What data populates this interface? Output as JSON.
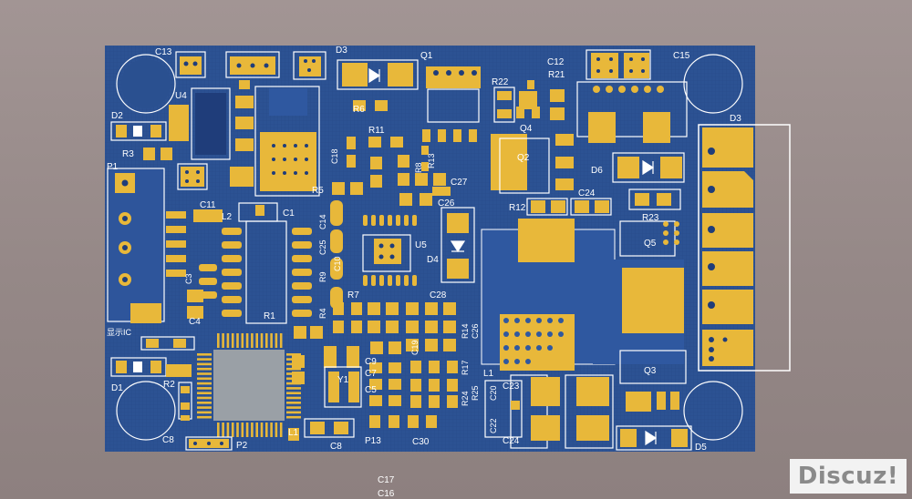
{
  "colors": {
    "board": "#2a5090",
    "pad": "#e8b83a",
    "silkscreen": "#ffffff",
    "background": "#988b8a"
  },
  "labels": {
    "C13": "C13",
    "D3a": "D3",
    "Q1": "Q1",
    "C12": "C12",
    "R21": "R21",
    "C15": "C15",
    "R22": "R22",
    "U4": "U4",
    "R6": "R6",
    "Q4": "Q4",
    "D2": "D2",
    "R11": "R11",
    "D3b": "D3",
    "R3": "R3",
    "C18": "C18",
    "R8": "R8",
    "R13": "R13",
    "Q2": "Q2",
    "P1": "P1",
    "C27": "C27",
    "D6": "D6",
    "R5": "R5",
    "C26": "C26",
    "C11": "C11",
    "R12": "R12",
    "C24": "C24",
    "L2": "L2",
    "C1": "C1",
    "C14": "C14",
    "R23": "R23",
    "Q5": "Q5",
    "C25": "C25",
    "C10": "C10",
    "U5": "U5",
    "D4": "D4",
    "R9": "R9",
    "C3": "C3",
    "R7": "R7",
    "C28": "C28",
    "C4": "C4",
    "R1": "R1",
    "R4": "R4",
    "R14": "R14",
    "C26b": "C26",
    "DISP": "显示IC",
    "C9": "C9",
    "C19": "C19",
    "C7": "C7",
    "R17": "R17",
    "L1": "L1",
    "Q3": "Q3",
    "D1": "D1",
    "R2": "R2",
    "C5": "C5",
    "R24": "R24",
    "R25": "R25",
    "C20": "C20",
    "C23": "C23",
    "Y1": "Y1",
    "C22": "C22",
    "C8a": "C8",
    "P2": "P2",
    "L1b": "L1",
    "C8b": "C8",
    "P13": "P13",
    "C30": "C30",
    "C24b": "C24",
    "D5": "D5",
    "C17": "C17",
    "C16": "C16"
  },
  "watermark": "Discuz!"
}
